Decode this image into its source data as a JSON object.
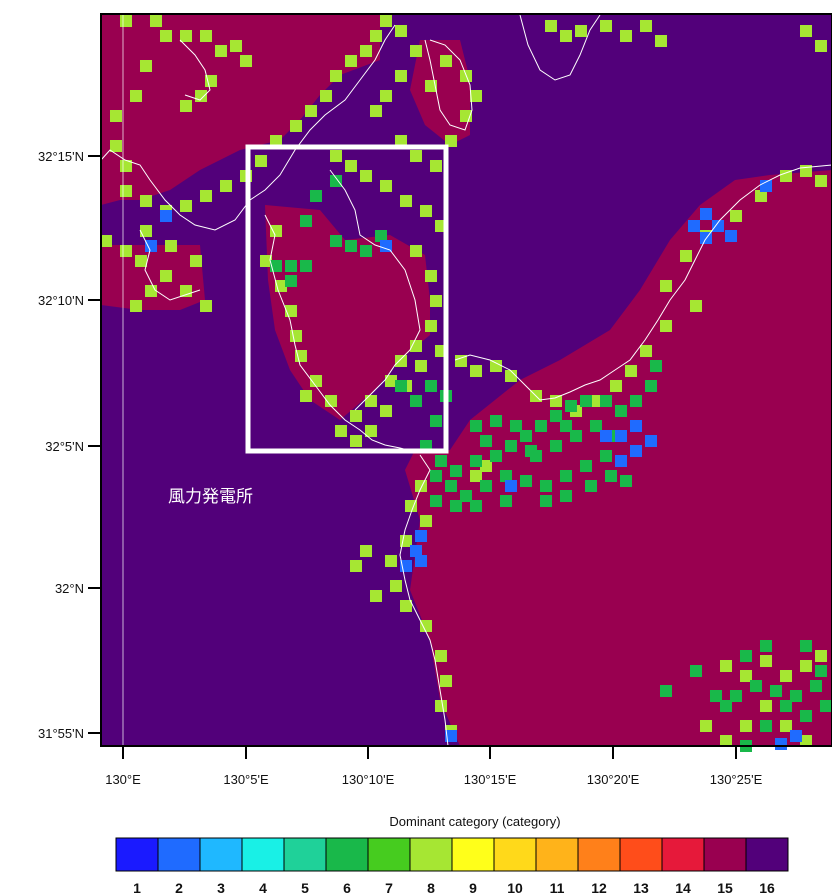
{
  "map": {
    "title": "Dominant category  (category)",
    "annotation": "風力発電所",
    "lat_ticks": [
      "32°15'N",
      "32°10'N",
      "32°5'N",
      "32°N",
      "31°55'N"
    ],
    "lon_ticks": [
      "130°E",
      "130°5'E",
      "130°10'E",
      "130°15'E",
      "130°20'E",
      "130°25'E"
    ]
  },
  "legend": {
    "categories": [
      "1",
      "2",
      "3",
      "4",
      "5",
      "6",
      "7",
      "8",
      "9",
      "10",
      "11",
      "12",
      "13",
      "14",
      "15",
      "16"
    ],
    "colors": [
      "#1a1aff",
      "#1f6bff",
      "#1fb8ff",
      "#19f0e6",
      "#1fd199",
      "#19b84a",
      "#46cc1f",
      "#a6e633",
      "#ffff1a",
      "#ffd91a",
      "#ffb31a",
      "#ff801a",
      "#ff4d1a",
      "#e6193a",
      "#990050",
      "#52007a"
    ]
  },
  "colors": {
    "water": "#52007a",
    "land": "#990050",
    "grass": "#a6e633",
    "green": "#19b84a",
    "blue": "#1f6bff",
    "box": "#ffffff"
  }
}
